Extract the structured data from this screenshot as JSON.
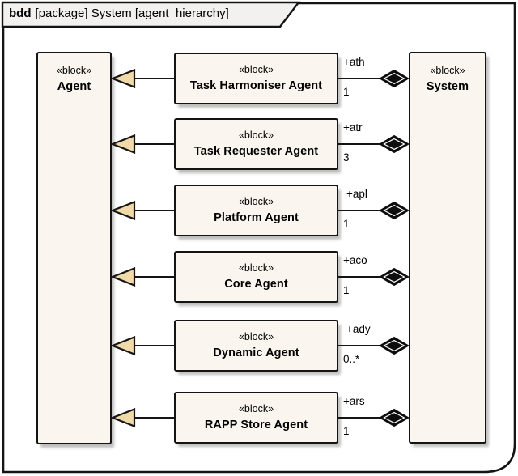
{
  "frame": {
    "title_keyword": "bdd",
    "title_rest": "[package] System [agent_hierarchy]"
  },
  "parent_block": {
    "stereotype": "«block»",
    "name": "Agent"
  },
  "owner_block": {
    "stereotype": "«block»",
    "name": "System"
  },
  "child_blocks": [
    {
      "stereotype": "«block»",
      "name": "Task Harmoniser Agent",
      "role": "+ath",
      "multiplicity": "1"
    },
    {
      "stereotype": "«block»",
      "name": "Task Requester Agent",
      "role": "+atr",
      "multiplicity": "3"
    },
    {
      "stereotype": "«block»",
      "name": "Platform Agent",
      "role": "+apl",
      "multiplicity": "1"
    },
    {
      "stereotype": "«block»",
      "name": "Core Agent",
      "role": "+aco",
      "multiplicity": "1"
    },
    {
      "stereotype": "«block»",
      "name": "Dynamic Agent",
      "role": "+ady",
      "multiplicity": "0..*"
    },
    {
      "stereotype": "«block»",
      "name": "RAPP Store Agent",
      "role": "+ars",
      "multiplicity": "1"
    }
  ],
  "colors": {
    "block_fill": "#FAF5EE",
    "tab_fill": "#F2F1F0",
    "triangle_fill": "#F2D9A9",
    "line_color": "#141414"
  }
}
